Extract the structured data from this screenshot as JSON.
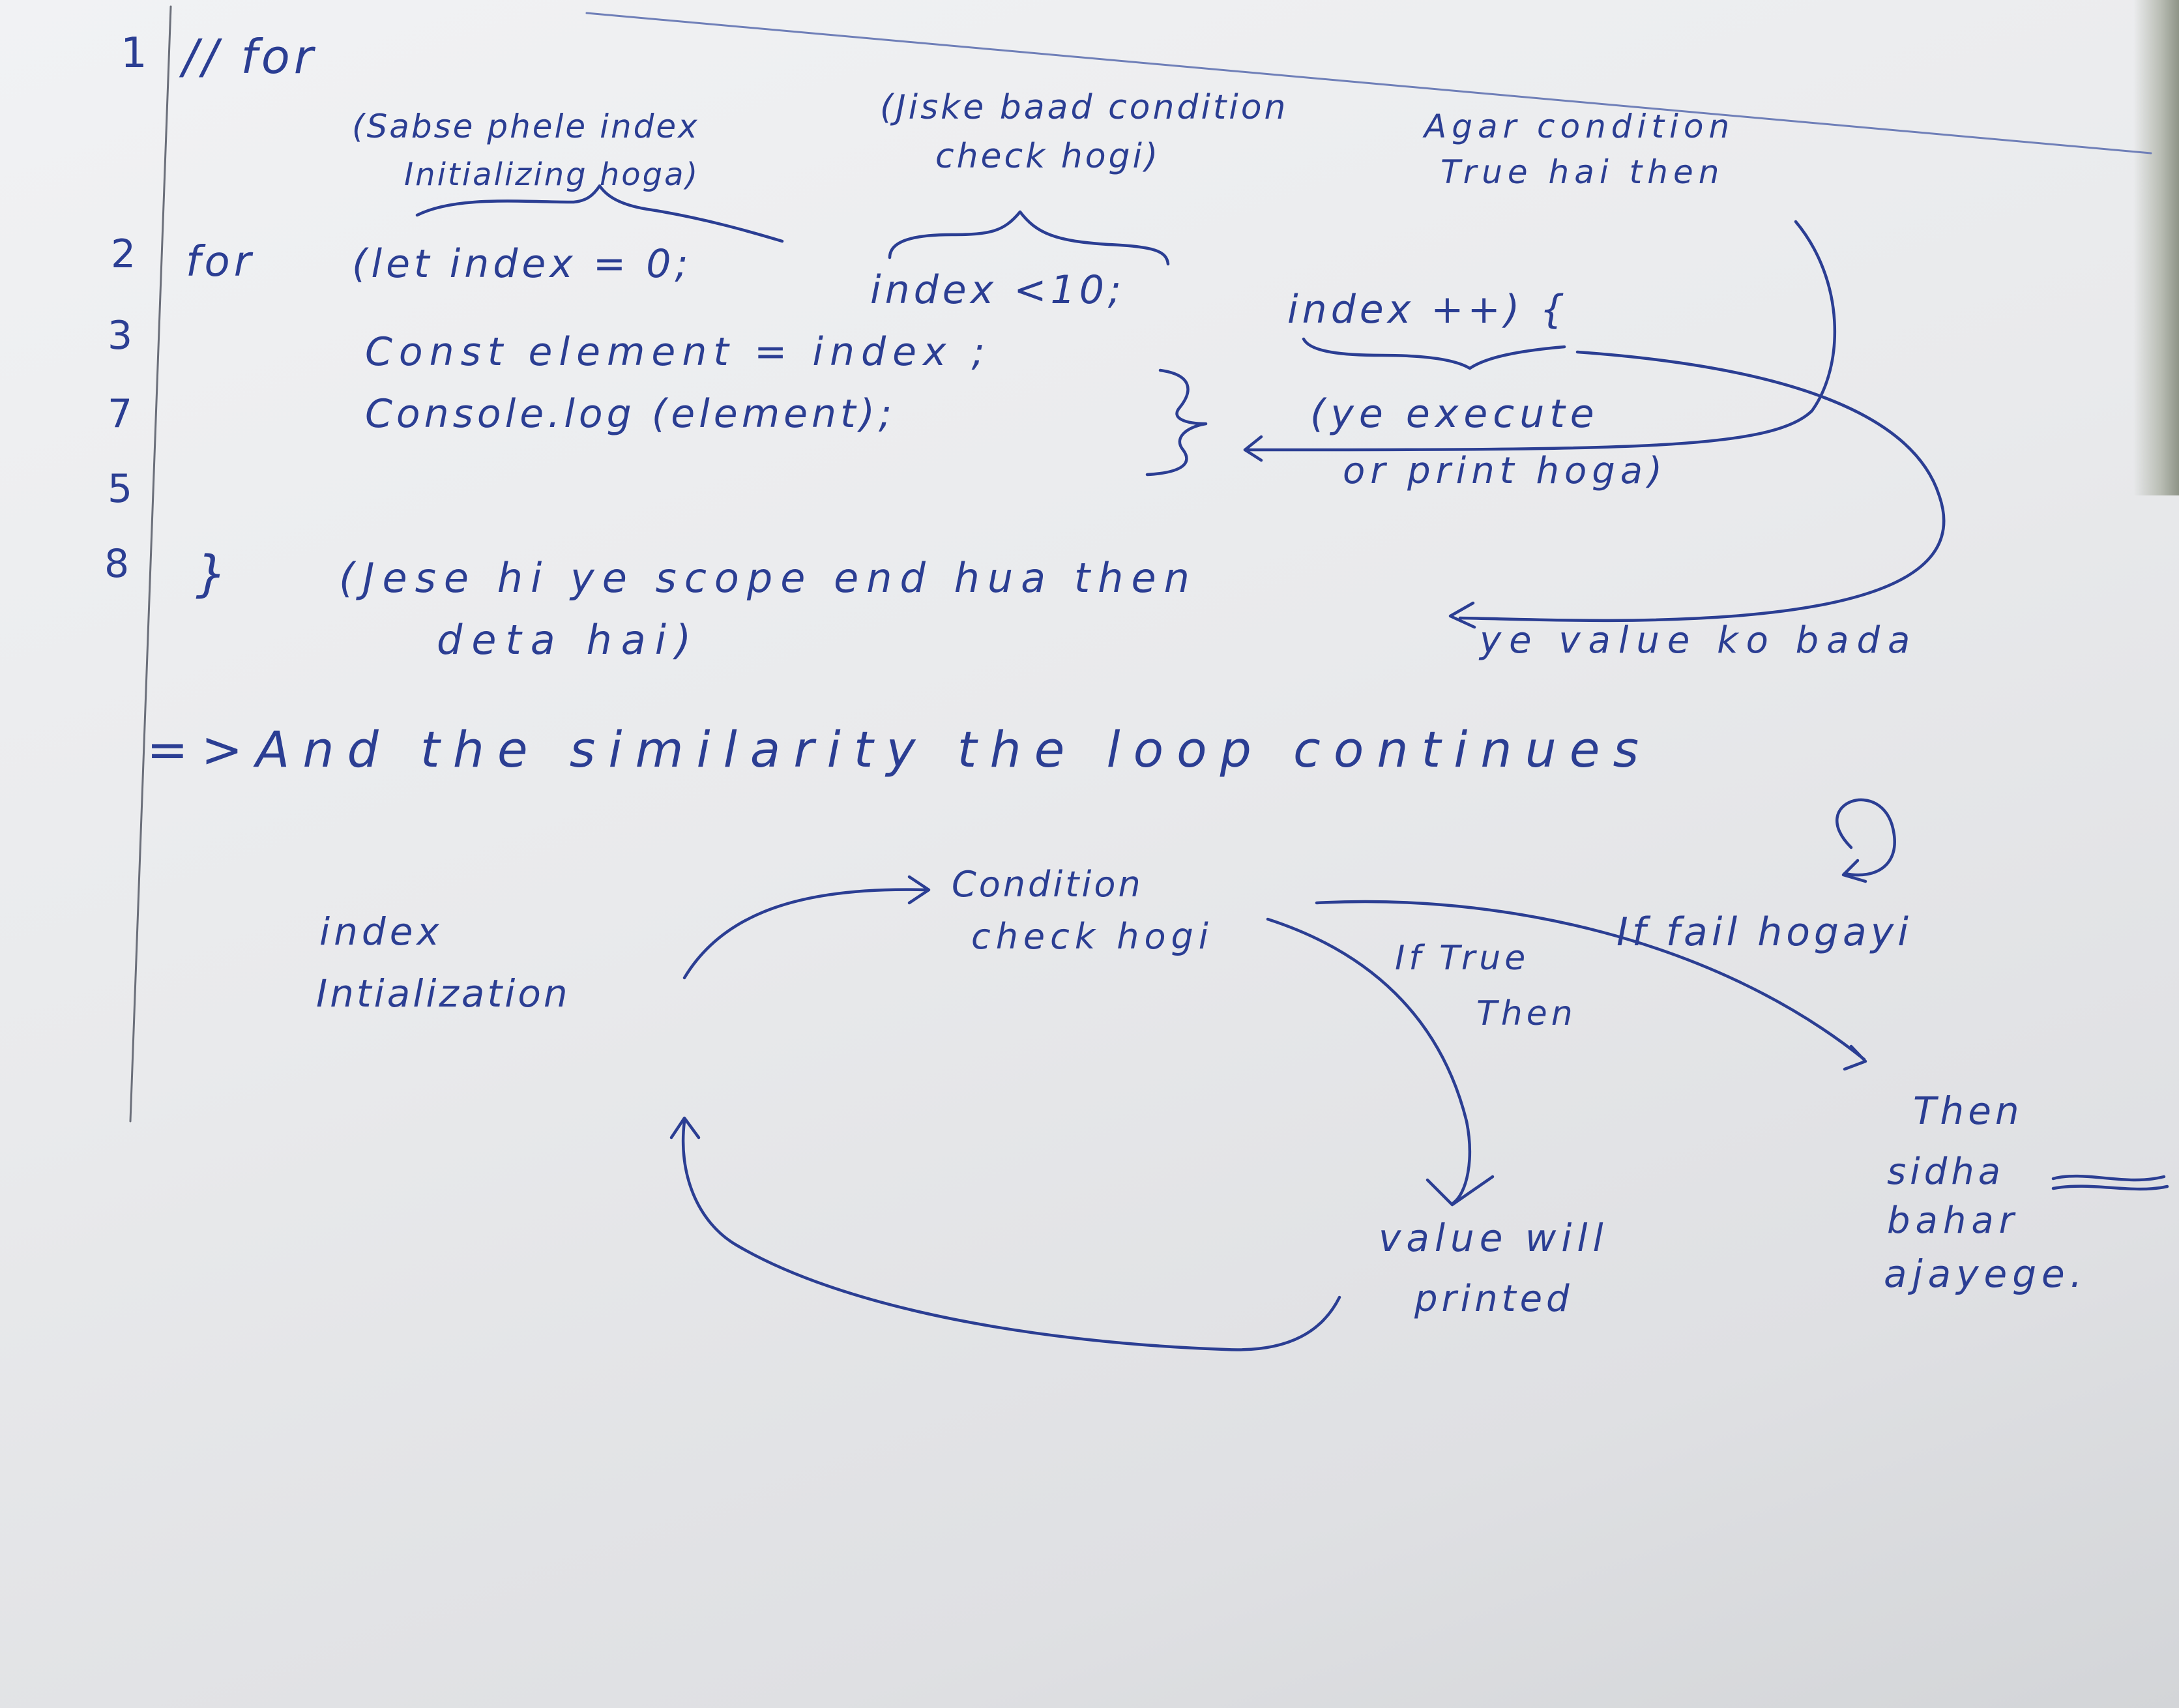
{
  "line_numbers": [
    "1",
    "2",
    "3",
    "7",
    "5",
    "8"
  ],
  "code": {
    "comment": "// for",
    "for_keyword": "for",
    "init": "(let  index = 0;",
    "condition": "index <10;",
    "increment": "index ++) {",
    "line3": "Const  element  = index ;",
    "line4": "Console.log (element);",
    "close_brace": "}"
  },
  "annotations": {
    "init_note_1": "(Sabse phele index",
    "init_note_2": "Initializing hoga)",
    "condition_note_1": "(Jiske baad condition",
    "condition_note_2": "check hogi)",
    "true_note_1": "Agar condition",
    "true_note_2": "True hai then",
    "execute_note_1": "(ye execute",
    "execute_note_2": "or print hoga)",
    "scope_note_1": "(Jese hi ye scope end hua then",
    "scope_note_arrow": "ye value ko bada",
    "scope_note_2": "deta hai)"
  },
  "summary": "=>And the similarity the loop continues",
  "flow": {
    "init_1": "index",
    "init_2": "Intialization",
    "condition_1": "Condition",
    "condition_2": "check hogi",
    "if_true_1": "If True",
    "if_true_2": "Then",
    "fail": "If fail hogayi",
    "printed_1": "value will",
    "printed_2": "printed",
    "exit_1": "Then",
    "exit_2": "sidha",
    "exit_3": "bahar",
    "exit_4": "ajayege."
  },
  "colors": {
    "ink": "#2b3e93",
    "paper": "#eceef0"
  }
}
